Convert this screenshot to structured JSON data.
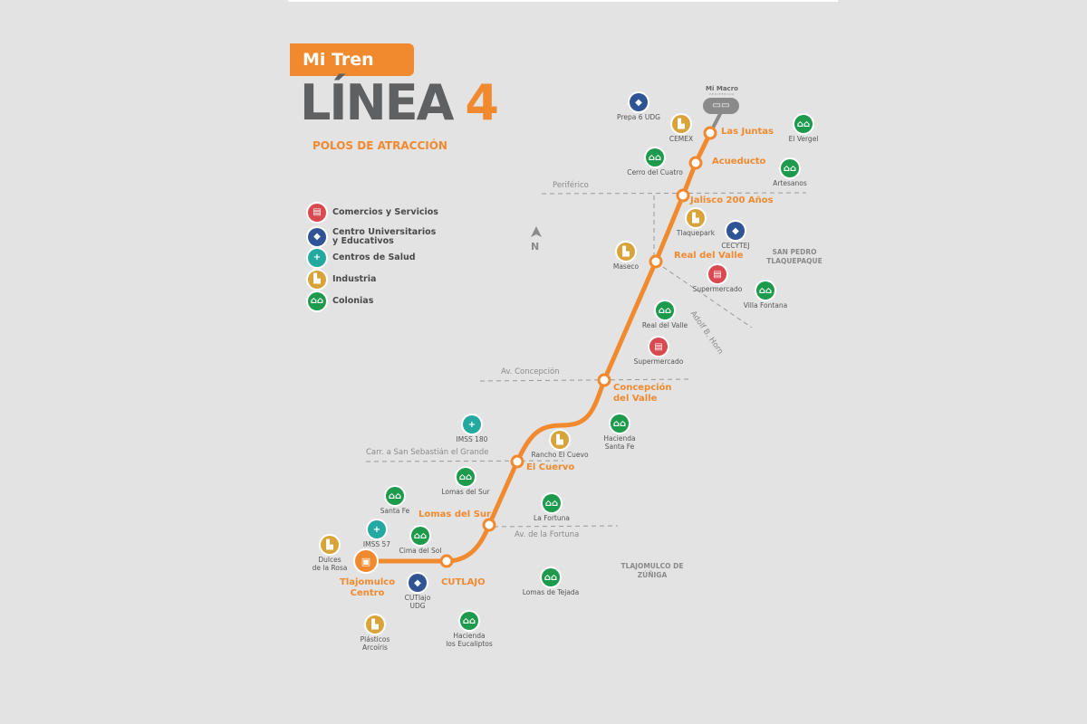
{
  "header": {
    "brand": "Mi Tren",
    "title": "LÍNEA",
    "line_number": "4",
    "subtitle": "POLOS DE ATRACCIÓN"
  },
  "colors": {
    "line": "#f18a2f",
    "comercios": "#d84a4f",
    "educativos": "#2e5496",
    "salud": "#24a9a1",
    "industria": "#d8a43a",
    "colonias": "#1e9a4c",
    "roads": "#9a9a9a"
  },
  "legend": [
    {
      "type": "comercios",
      "label": "Comercios y Servicios",
      "icon": "storefront-icon"
    },
    {
      "type": "educativos",
      "label": "Centro Universitarios\ny Educativos",
      "icon": "graduation-cap-icon"
    },
    {
      "type": "salud",
      "label": "Centros de Salud",
      "icon": "medical-cross-icon"
    },
    {
      "type": "industria",
      "label": "Industria",
      "icon": "factory-icon"
    },
    {
      "type": "colonias",
      "label": "Colonias",
      "icon": "houses-icon"
    }
  ],
  "connection": {
    "label": "Mi Macro",
    "sublabel": "PERIFÉRICO",
    "icon": "bus-icon"
  },
  "stations": [
    {
      "name": "Las Juntas"
    },
    {
      "name": "Acueducto"
    },
    {
      "name": "Jalisco 200 Años"
    },
    {
      "name": "Real del Valle"
    },
    {
      "name": "Concepción\ndel Valle"
    },
    {
      "name": "El Cuervo"
    },
    {
      "name": "Lomas del Sur"
    },
    {
      "name": "CUTLAJO"
    },
    {
      "name": "Tlajomulco\nCentro",
      "terminal": true,
      "icon": "train-icon"
    }
  ],
  "roads": [
    {
      "name": "Periférico"
    },
    {
      "name": "Av. Concepción"
    },
    {
      "name": "Carr. a San Sebastián el Grande"
    },
    {
      "name": "Av. de la Fortuna"
    },
    {
      "name": "Adolf B. Horn"
    }
  ],
  "regions": [
    {
      "name": "SAN PEDRO\nTLAQUEPAQUE"
    },
    {
      "name": "TLAJOMULCO DE\nZÚÑIGA"
    }
  ],
  "compass": {
    "label": "N"
  },
  "pois": [
    {
      "name": "Prepa 6 UDG",
      "type": "educativos"
    },
    {
      "name": "CEMEX",
      "type": "industria"
    },
    {
      "name": "Cerro del Cuatro",
      "type": "colonias"
    },
    {
      "name": "El Vergel",
      "type": "colonias"
    },
    {
      "name": "Artesanos",
      "type": "colonias"
    },
    {
      "name": "Tlaquepark",
      "type": "industria"
    },
    {
      "name": "CECYTEJ",
      "type": "educativos"
    },
    {
      "name": "Maseco",
      "type": "industria"
    },
    {
      "name": "Supermercado",
      "type": "comercios"
    },
    {
      "name": "Villa Fontana",
      "type": "colonias"
    },
    {
      "name": "Real del Valle",
      "type": "colonias"
    },
    {
      "name": "Supermercado",
      "type": "comercios"
    },
    {
      "name": "IMSS 180",
      "type": "salud"
    },
    {
      "name": "Hacienda\nSanta Fe",
      "type": "colonias"
    },
    {
      "name": "Rancho El Cuevo",
      "type": "industria"
    },
    {
      "name": "Lomas del Sur",
      "type": "colonias"
    },
    {
      "name": "Santa Fe",
      "type": "colonias"
    },
    {
      "name": "La Fortuna",
      "type": "colonias"
    },
    {
      "name": "IMSS 57",
      "type": "salud"
    },
    {
      "name": "Cima del Sol",
      "type": "colonias"
    },
    {
      "name": "Dulces\nde la Rosa",
      "type": "industria"
    },
    {
      "name": "CUTlajo\nUDG",
      "type": "educativos"
    },
    {
      "name": "Lomas de Tejada",
      "type": "colonias"
    },
    {
      "name": "Plásticos\nArcoíris",
      "type": "industria"
    },
    {
      "name": "Hacienda\nlos Eucaliptos",
      "type": "colonias"
    }
  ]
}
